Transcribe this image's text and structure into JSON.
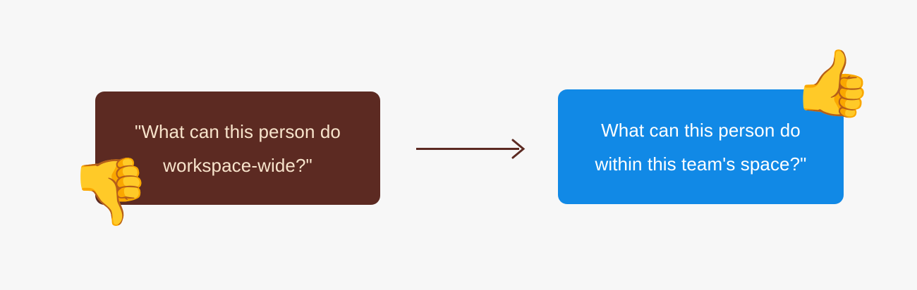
{
  "background_color": "#F7F7F7",
  "cards": {
    "negative": {
      "name": "workspace-wide-scope",
      "text": "\"What can this person do\nworkspace-wide?\"",
      "background_color": "#5C2A22",
      "text_color": "#F7E3CB",
      "emoji": "👎",
      "emoji_name": "thumbs-down-emoji",
      "verdict": "negative"
    },
    "positive": {
      "name": "team-space-scope",
      "text": "What can this person do\nwithin this team's space?\"",
      "background_color": "#1189E6",
      "text_color": "#FFFFFF",
      "emoji": "👍",
      "emoji_name": "thumbs-up-emoji",
      "verdict": "positive"
    }
  },
  "arrow": {
    "name": "transition-arrow",
    "color": "#5C2A22",
    "direction": "right"
  }
}
